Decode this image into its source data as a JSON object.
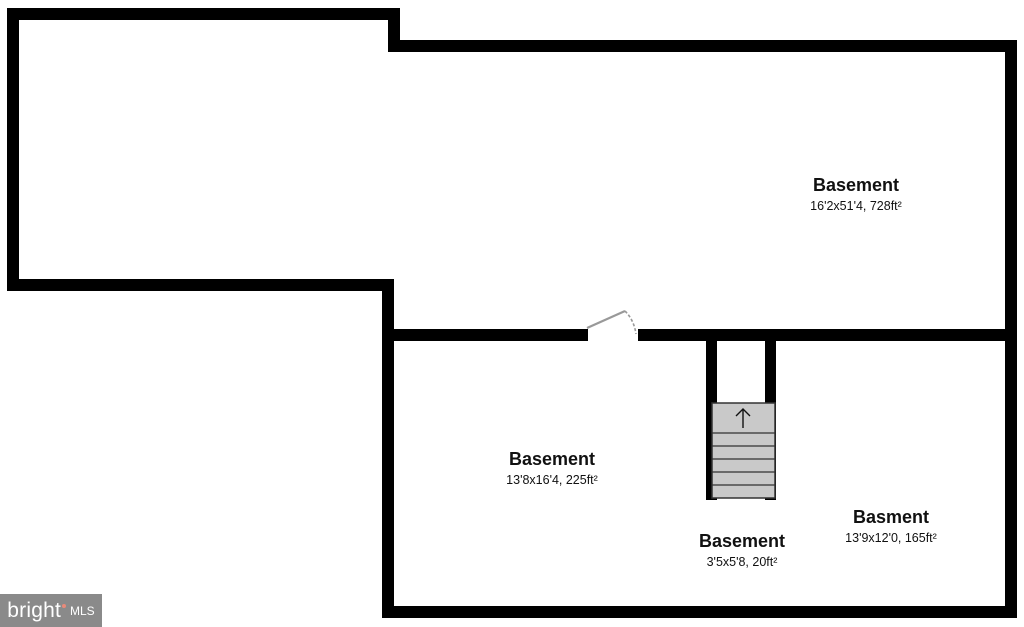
{
  "rooms": [
    {
      "name": "Basement",
      "dimensions": "16'2x51'4, 728ft²"
    },
    {
      "name": "Basement",
      "dimensions": "13'8x16'4, 225ft²"
    },
    {
      "name": "Basement",
      "dimensions": "3'5x5'8, 20ft²"
    },
    {
      "name": "Basment",
      "dimensions": "13'9x12'0, 165ft²"
    }
  ],
  "watermark": {
    "brand": "bright",
    "suffix": "MLS"
  },
  "colors": {
    "wall": "#000000",
    "stair_fill": "#c9c9c9",
    "door": "#999999",
    "watermark_bg": "#8a8a8a"
  },
  "icons": {
    "stair_direction": "arrow-up-icon"
  }
}
